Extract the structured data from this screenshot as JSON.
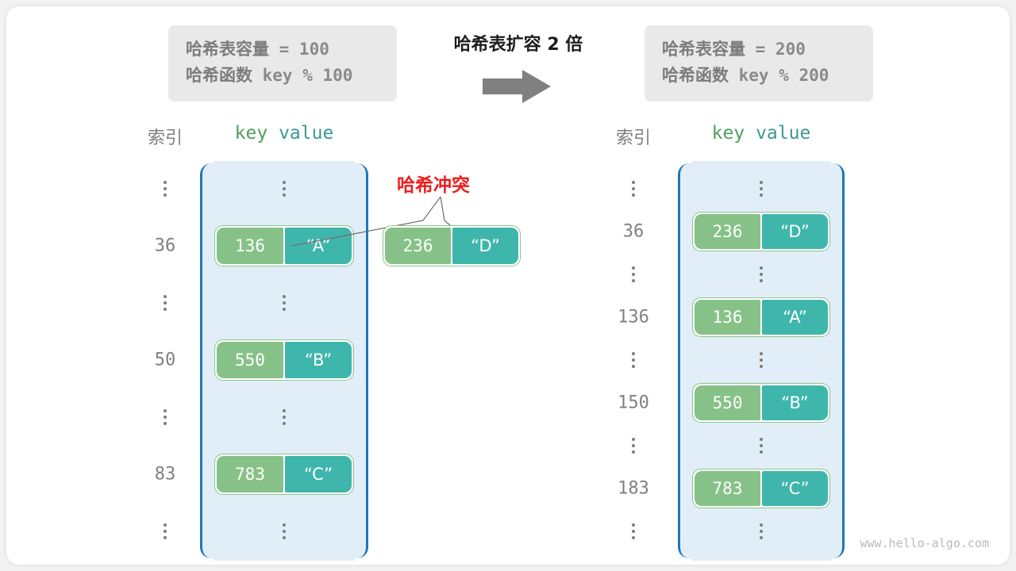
{
  "header": {
    "left_box": {
      "line1_label": "哈希表容量",
      "line1_value": " = 100",
      "line2_label": "哈希函数",
      "line2_value": " key % 100"
    },
    "right_box": {
      "line1_label": "哈希表容量",
      "line1_value": " = 200",
      "line2_label": "哈希函数",
      "line2_value": " key % 200"
    },
    "center_title": "哈希表扩容 2 倍",
    "arrow_icon": "right-arrow-icon"
  },
  "left_table": {
    "index_header": "索引",
    "key_header": "key",
    "value_header": "value",
    "rows": [
      {
        "index": "",
        "dots": true
      },
      {
        "index": "36",
        "key": "136",
        "value": "“A”"
      },
      {
        "index": "",
        "dots": true
      },
      {
        "index": "50",
        "key": "550",
        "value": "“B”"
      },
      {
        "index": "",
        "dots": true
      },
      {
        "index": "83",
        "key": "783",
        "value": "“C”"
      },
      {
        "index": "",
        "dots": true
      }
    ]
  },
  "right_table": {
    "index_header": "索引",
    "key_header": "key",
    "value_header": "value",
    "rows": [
      {
        "index": "",
        "dots": true
      },
      {
        "index": "36",
        "key": "236",
        "value": "“D”"
      },
      {
        "index": "",
        "dots": true
      },
      {
        "index": "136",
        "key": "136",
        "value": "“A”"
      },
      {
        "index": "",
        "dots": true
      },
      {
        "index": "150",
        "key": "550",
        "value": "“B”"
      },
      {
        "index": "",
        "dots": true
      },
      {
        "index": "183",
        "key": "783",
        "value": "“C”"
      },
      {
        "index": "",
        "dots": true
      }
    ]
  },
  "collision": {
    "label": "哈希冲突",
    "floating_pair": {
      "key": "236",
      "value": "“D”"
    }
  },
  "watermark": "www.hello-algo.com",
  "colors": {
    "key_box": "#86c287",
    "value_box": "#3fb6ac",
    "pair_border": "#8bc48c",
    "table_fill": "#e1eef8",
    "table_border": "#1f76bc",
    "collision_red": "#ee1d1d",
    "info_box": "#e9e9e9",
    "index_gray": "#808080"
  }
}
